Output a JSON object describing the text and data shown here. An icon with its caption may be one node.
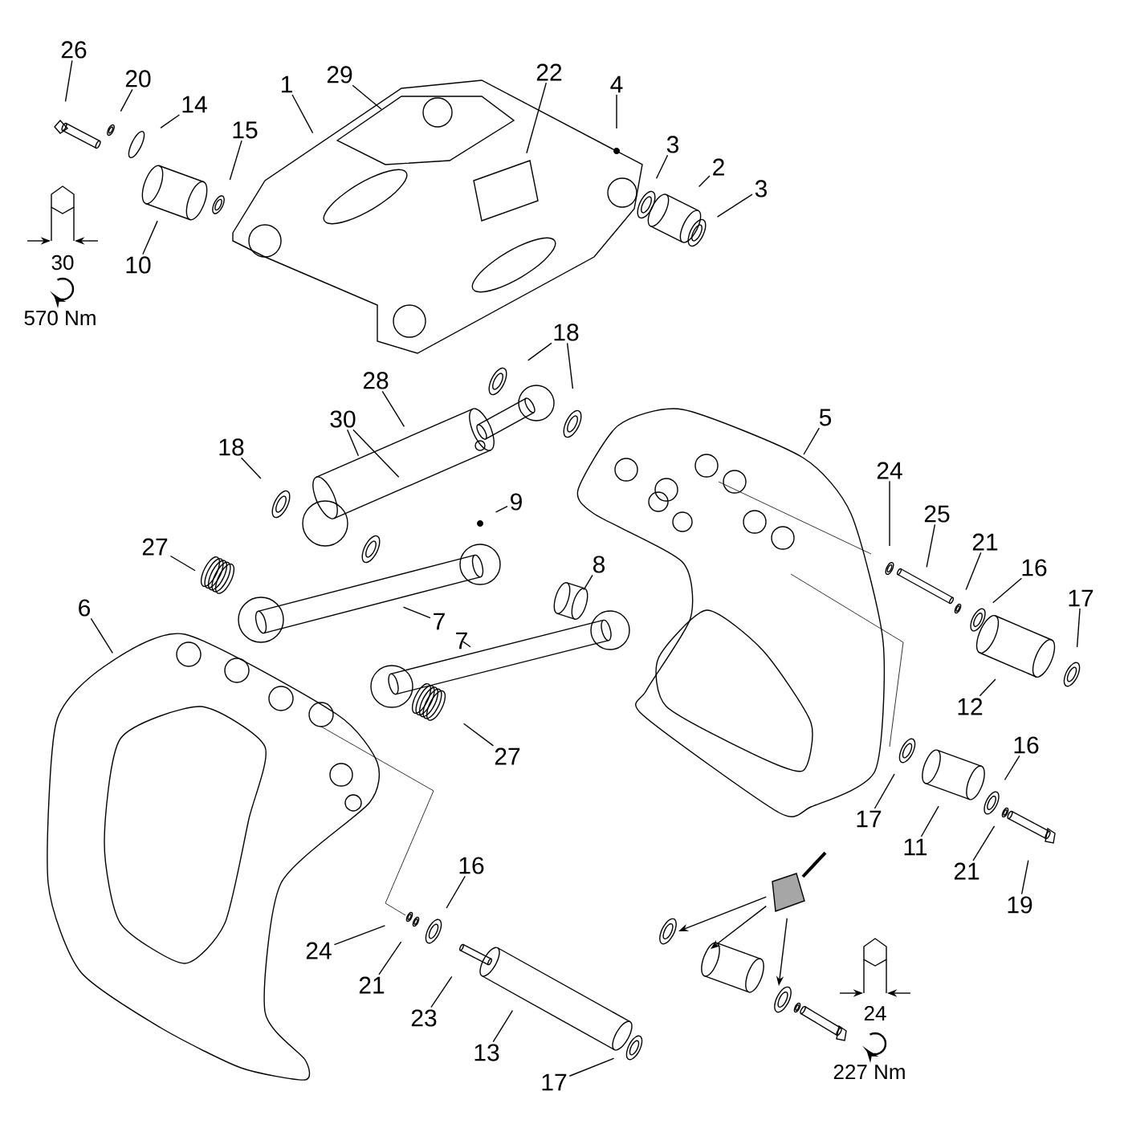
{
  "diagram": {
    "nodes": [
      {
        "text": [
          "1"
        ]
      },
      {
        "text": [
          "29"
        ]
      },
      {
        "text": [
          "22"
        ]
      },
      {
        "text": [
          "4"
        ]
      },
      {
        "text": [
          "3"
        ]
      },
      {
        "text": [
          "2"
        ]
      },
      {
        "text": [
          "3"
        ]
      },
      {
        "text": [
          "26"
        ]
      },
      {
        "text": [
          "20"
        ]
      },
      {
        "text": [
          "14"
        ]
      },
      {
        "text": [
          "15"
        ]
      },
      {
        "text": [
          "10"
        ]
      },
      {
        "text": [
          "28"
        ]
      },
      {
        "text": [
          "18"
        ]
      },
      {
        "text": [
          "30"
        ]
      },
      {
        "text": [
          "18"
        ]
      },
      {
        "text": [
          "9"
        ]
      },
      {
        "text": [
          "27"
        ]
      },
      {
        "text": [
          "7"
        ]
      },
      {
        "text": [
          "8"
        ]
      },
      {
        "text": [
          "7"
        ]
      },
      {
        "text": [
          "27"
        ]
      },
      {
        "text": [
          "6"
        ]
      },
      {
        "text": [
          "5"
        ]
      },
      {
        "text": [
          "24"
        ]
      },
      {
        "text": [
          "25"
        ]
      },
      {
        "text": [
          "21"
        ]
      },
      {
        "text": [
          "16"
        ]
      },
      {
        "text": [
          "17"
        ]
      },
      {
        "text": [
          "12"
        ]
      },
      {
        "text": [
          "17"
        ]
      },
      {
        "text": [
          "11"
        ]
      },
      {
        "text": [
          "16"
        ]
      },
      {
        "text": [
          "21"
        ]
      },
      {
        "text": [
          "19"
        ]
      },
      {
        "text": [
          "16"
        ]
      },
      {
        "text": [
          "24"
        ]
      },
      {
        "text": [
          "21"
        ]
      },
      {
        "text": [
          "23"
        ]
      },
      {
        "text": [
          "13"
        ]
      },
      {
        "text": [
          "17"
        ]
      },
      {
        "text": [],
        "shape": "picture"
      }
    ],
    "edges": [
      {
        "from": 0,
        "to": null,
        "arrow": "none"
      },
      {
        "from": 1,
        "to": null,
        "arrow": "none"
      },
      {
        "from": 2,
        "to": null,
        "arrow": "none"
      },
      {
        "from": 3,
        "to": null,
        "arrow": "none"
      },
      {
        "from": 4,
        "to": null,
        "arrow": "none"
      },
      {
        "from": 5,
        "to": null,
        "arrow": "none"
      },
      {
        "from": 6,
        "to": null,
        "arrow": "none"
      },
      {
        "from": 7,
        "to": null,
        "arrow": "none"
      },
      {
        "from": 8,
        "to": null,
        "arrow": "none"
      },
      {
        "from": 9,
        "to": null,
        "arrow": "none"
      },
      {
        "from": 10,
        "to": null,
        "arrow": "none"
      },
      {
        "from": 11,
        "to": null,
        "arrow": "none"
      },
      {
        "from": 12,
        "to": null,
        "arrow": "none"
      },
      {
        "from": 13,
        "to": null,
        "arrow": "none"
      },
      {
        "from": 13,
        "to": null,
        "arrow": "none"
      },
      {
        "from": 14,
        "to": null,
        "arrow": "none"
      },
      {
        "from": 14,
        "to": null,
        "arrow": "none"
      },
      {
        "from": 15,
        "to": null,
        "arrow": "none"
      },
      {
        "from": 16,
        "to": null,
        "arrow": "none"
      },
      {
        "from": 17,
        "to": null,
        "arrow": "none"
      },
      {
        "from": 18,
        "to": null,
        "arrow": "none"
      },
      {
        "from": 19,
        "to": null,
        "arrow": "none"
      },
      {
        "from": 20,
        "to": null,
        "arrow": "none"
      },
      {
        "from": 21,
        "to": null,
        "arrow": "none"
      },
      {
        "from": 22,
        "to": null,
        "arrow": "none"
      },
      {
        "from": 23,
        "to": null,
        "arrow": "none"
      },
      {
        "from": 24,
        "to": null,
        "arrow": "none"
      },
      {
        "from": 25,
        "to": null,
        "arrow": "none"
      },
      {
        "from": 26,
        "to": null,
        "arrow": "none"
      },
      {
        "from": 27,
        "to": null,
        "arrow": "none"
      },
      {
        "from": 28,
        "to": null,
        "arrow": "none"
      },
      {
        "from": 29,
        "to": null,
        "arrow": "none"
      },
      {
        "from": 30,
        "to": null,
        "arrow": "none"
      },
      {
        "from": 31,
        "to": null,
        "arrow": "none"
      },
      {
        "from": 32,
        "to": null,
        "arrow": "none"
      },
      {
        "from": 33,
        "to": null,
        "arrow": "none"
      },
      {
        "from": 34,
        "to": null,
        "arrow": "none"
      },
      {
        "from": 35,
        "to": null,
        "arrow": "none"
      },
      {
        "from": 36,
        "to": null,
        "arrow": "none"
      },
      {
        "from": 37,
        "to": null,
        "arrow": "none"
      },
      {
        "from": 38,
        "to": null,
        "arrow": "none"
      },
      {
        "from": 39,
        "to": null,
        "arrow": "none"
      },
      {
        "from": 40,
        "to": null,
        "arrow": "none"
      },
      {
        "from": 41,
        "to": null,
        "arrow": "to"
      },
      {
        "from": 41,
        "to": null,
        "arrow": "to"
      },
      {
        "from": 41,
        "to": null,
        "arrow": "to"
      }
    ],
    "labels": [
      "30",
      "570 Nm",
      "24",
      "227 Nm"
    ]
  }
}
